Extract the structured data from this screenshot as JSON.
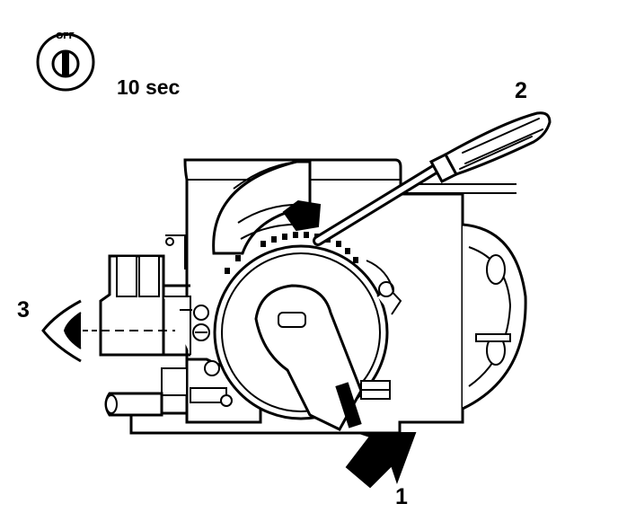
{
  "ignition_switch": {
    "position_label": "OFF",
    "icon": "ignition-key-off-icon"
  },
  "timer": {
    "text": "10 sec"
  },
  "callouts": {
    "push_arrow": "1",
    "screwdriver": "2",
    "view_eye": "3"
  },
  "colors": {
    "ink": "#000000",
    "paper": "#ffffff"
  }
}
